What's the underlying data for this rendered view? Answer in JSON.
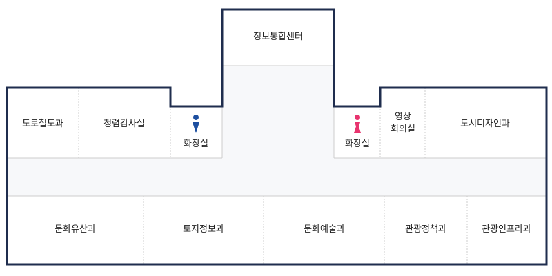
{
  "rooms": {
    "info_center": "정보통합센터",
    "road_rail": "도로철도과",
    "audit": "청렴감사실",
    "restroom_men": "화장실",
    "restroom_women": "화장실",
    "video_conf_line1": "영상",
    "video_conf_line2": "회의실",
    "urban_design": "도시디자인과",
    "cultural_heritage": "문화유산과",
    "land_info": "토지정보과",
    "culture_arts": "문화예술과",
    "tourism_policy": "관광정책과",
    "tourism_infra": "관광인프라과"
  },
  "icons": {
    "men": "restroom-man-icon",
    "women": "restroom-woman-icon"
  },
  "colors": {
    "wall": "#1f2d4e",
    "divider": "#cccccc",
    "corridor": "#f7f8fa",
    "men": "#1d4fa0",
    "women": "#e8336e"
  }
}
